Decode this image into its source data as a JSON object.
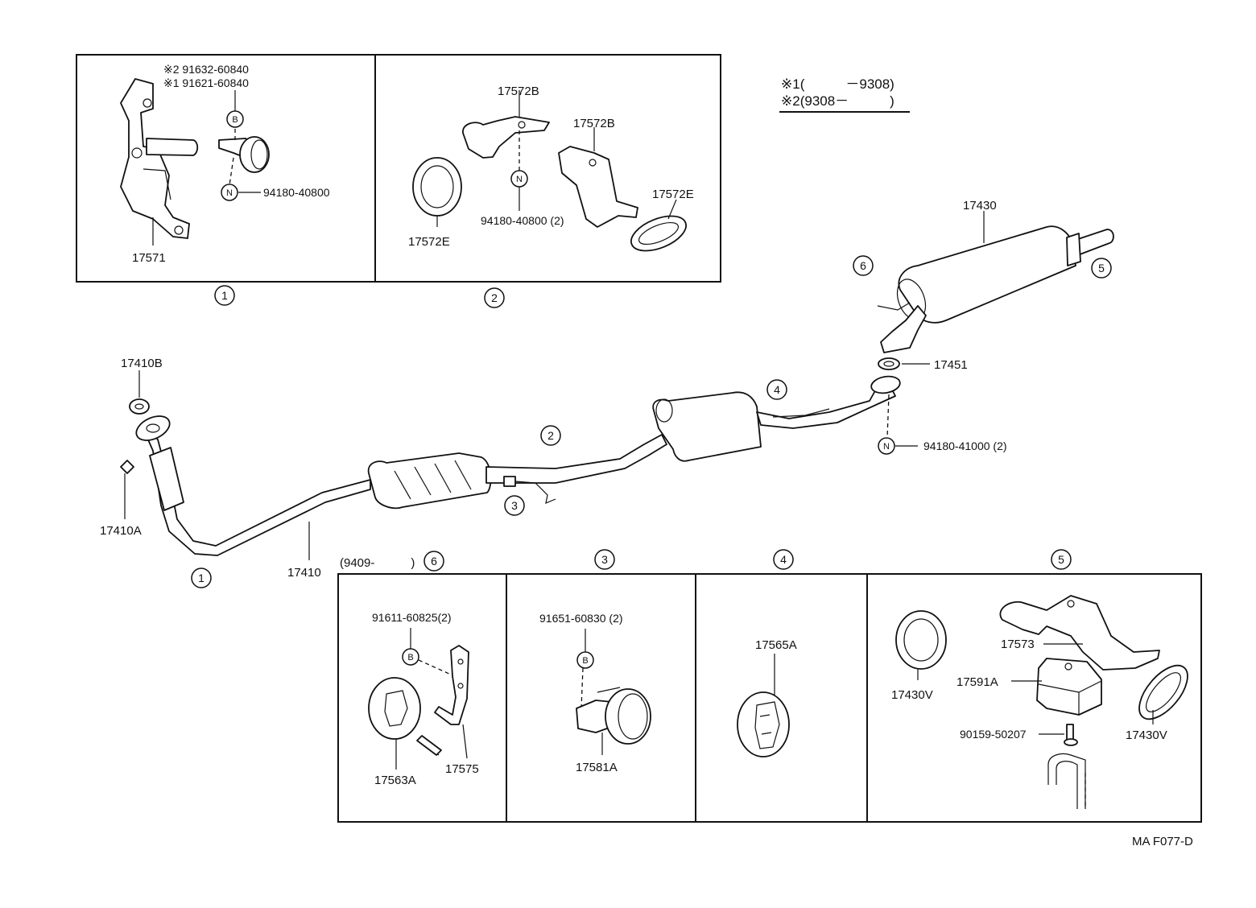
{
  "legend": {
    "line1": "※1(　　　－9308)",
    "line2": "※2(9308－　　　)"
  },
  "inset1": {
    "callout_top": "※2 91632-60840",
    "callout_bottom": "※1 91621-60840",
    "bolt_marker": "B",
    "nut_marker": "N",
    "nut_part": "94180-40800",
    "bracket_part": "17571",
    "ref": "1"
  },
  "inset2": {
    "bracket_top": "17572B",
    "bracket_right": "17572B",
    "gasket_left": "17572E",
    "gasket_right": "17572E",
    "nut_marker": "N",
    "nut_part": "94180-40800 (2)",
    "ref": "2"
  },
  "main": {
    "gasket_17410b": "17410B",
    "nut_17410a": "17410A",
    "pipe_17410": "17410",
    "muffler_17430": "17430",
    "gasket_17451": "17451",
    "nut_marker": "N",
    "nut_part": "94180-41000 (2)",
    "ref_1": "1",
    "ref_2": "2",
    "ref_3": "3",
    "ref_4": "4",
    "ref_5": "5",
    "ref_6": "6"
  },
  "inset6": {
    "header": "(9409-　　　)",
    "ref": "6",
    "bolt_part": "91611-60825(2)",
    "bolt_marker": "B",
    "hanger": "17563A",
    "bracket": "17575"
  },
  "inset3": {
    "ref": "3",
    "bolt_part": "91651-60830 (2)",
    "bolt_marker": "B",
    "hanger": "17581A"
  },
  "inset4": {
    "ref": "4",
    "hanger": "17565A"
  },
  "inset5": {
    "ref": "5",
    "gasket_left": "17430V",
    "gasket_right": "17430V",
    "bracket": "17573",
    "cushion": "17591A",
    "bolt": "90159-50207"
  },
  "footer_code": "MA  F077-D"
}
